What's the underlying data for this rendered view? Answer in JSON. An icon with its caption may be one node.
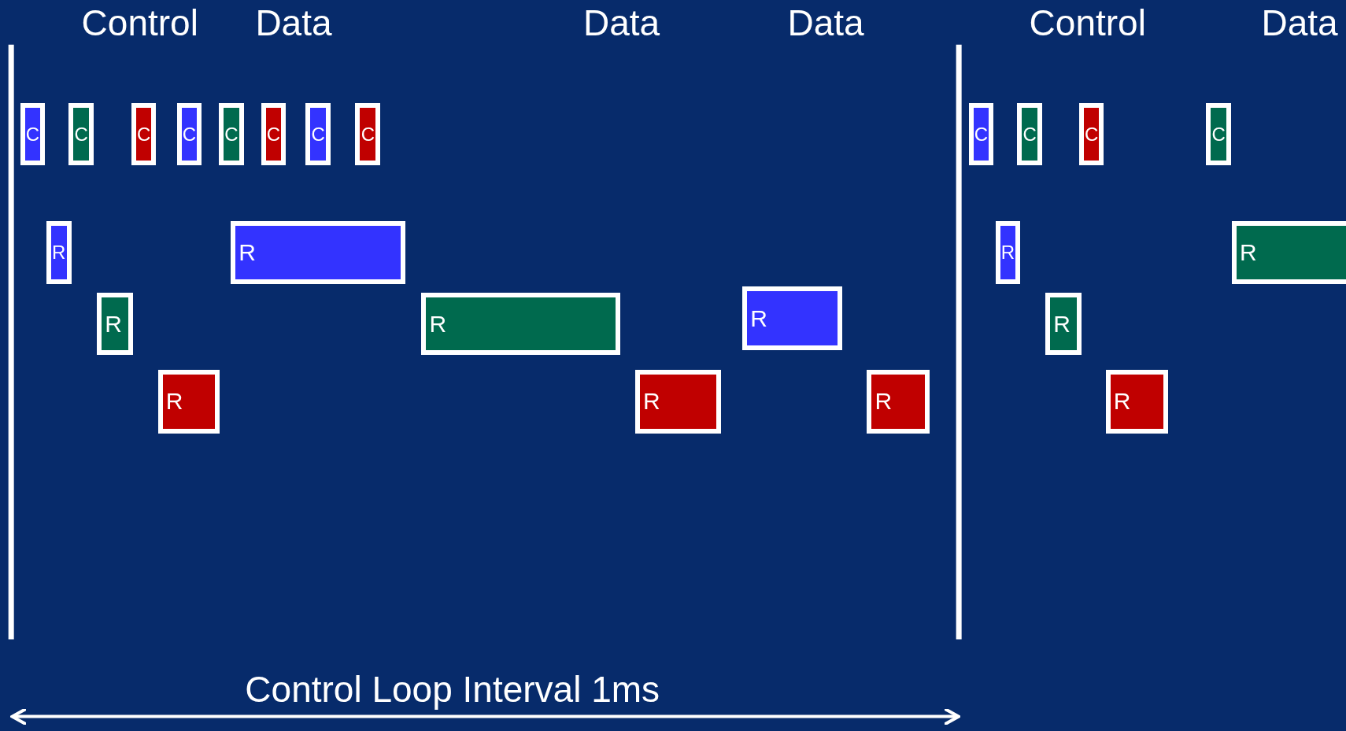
{
  "diagram": {
    "nodes": [
      {
        "text": [
          "C"
        ]
      },
      {
        "text": [
          "C"
        ]
      },
      {
        "text": [
          "C"
        ]
      },
      {
        "text": [
          "C"
        ]
      },
      {
        "text": [
          "C"
        ]
      },
      {
        "text": [
          "C"
        ]
      },
      {
        "text": [
          "C"
        ]
      },
      {
        "text": [
          "C"
        ]
      },
      {
        "text": [
          "C"
        ]
      },
      {
        "text": [
          "C"
        ]
      },
      {
        "text": [
          "C"
        ]
      },
      {
        "text": [
          "C"
        ]
      },
      {
        "text": [
          "R"
        ]
      },
      {
        "text": [
          "R"
        ]
      },
      {
        "text": [
          "R"
        ]
      },
      {
        "text": [
          "R"
        ]
      },
      {
        "text": [
          "R"
        ]
      },
      {
        "text": [
          "R"
        ]
      },
      {
        "text": [
          "R"
        ]
      },
      {
        "text": [
          "R"
        ]
      },
      {
        "text": [
          "R"
        ]
      },
      {
        "text": [
          "R"
        ]
      },
      {
        "text": [
          "R"
        ]
      },
      {
        "text": [
          "R"
        ]
      }
    ],
    "labels": [
      "Control",
      "Data",
      "Data",
      "Data",
      "Control",
      "Data",
      "Control Loop Interval 1ms"
    ]
  }
}
